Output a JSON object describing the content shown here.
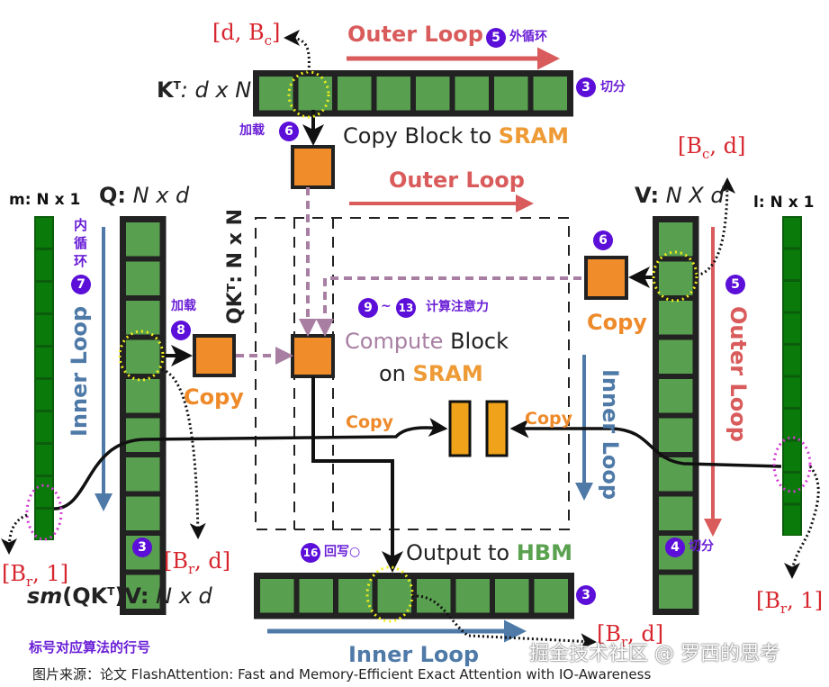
{
  "title_note": "标号对应算法的行号",
  "source": "图片来源：论文 FlashAttention: Fast and Memory-Efficient Exact Attention with IO-Awareness",
  "watermark": "掘金技术社区 @ 罗西的思考",
  "matrices": {
    "kt": {
      "label": "K",
      "sup": "T",
      "dims": ": d x N",
      "blocks": 8,
      "highlight_index": 1
    },
    "q": {
      "label": "Q:",
      "dims": " N x d",
      "blocks": 10,
      "highlight_index": 3
    },
    "v": {
      "label": "V:",
      "dims": " N X d",
      "blocks": 10,
      "highlight_index": 1
    },
    "m": {
      "label": "m: N x 1",
      "blocks": 10,
      "highlight_index": 9
    },
    "l": {
      "label": "l: N x 1",
      "blocks": 10,
      "highlight_index": 6
    },
    "out": {
      "label_pre": "sm",
      "label_mid": "(QK",
      "sup": "T",
      "label_post": ")V:",
      "dims": " N x d",
      "blocks": 8,
      "highlight_index": 3
    },
    "qkt": {
      "label": "QKᵀ: N x N"
    }
  },
  "dim_labels": {
    "kt_block": "[d, B",
    "kt_block_sub": "c",
    "v_block": "[B",
    "v_block_sub": "c",
    "v_block_tail": ", d]",
    "q_block": "[B",
    "q_block_sub": "r",
    "q_block_tail": ", d]",
    "m_block": "[B",
    "m_block_sub": "r",
    "m_block_tail": ", 1]",
    "l_block": "[B",
    "l_block_sub": "r",
    "l_block_tail": ", 1]",
    "out_block": "[B",
    "out_block_sub": "r",
    "out_block_tail": ", d]",
    "bracket_close": "]"
  },
  "loops": {
    "outer_top": "Outer Loop",
    "outer_mid": "Outer Loop",
    "outer_right": "Outer Loop",
    "inner_left": "Inner Loop",
    "inner_right": "Inner Loop",
    "inner_bottom": "Inner Loop"
  },
  "annotations": {
    "outer_cn": "外循环",
    "inner_cn": "内循环",
    "split_cn": "切分",
    "load_cn": "加载",
    "compute_cn": "计算注意力",
    "writeback_cn": "回写○",
    "tilde": "~"
  },
  "badges": {
    "b3_top": "3",
    "b5_top": "5",
    "b6_top": "6",
    "b7": "7",
    "b8": "8",
    "b9": "9",
    "b13": "13",
    "b6_right": "6",
    "b5_right": "5",
    "b4": "4",
    "b3_left": "3",
    "b3_bottom": "3",
    "b16": "16"
  },
  "texts": {
    "copy_block_to": "Copy Block to ",
    "sram": "SRAM",
    "compute": "Compute",
    "block": " Block",
    "on": "on ",
    "output_to": "Output to ",
    "hbm": "HBM",
    "copy": "Copy"
  },
  "colors": {
    "block_green": "#58a04f",
    "dark_green": "#0a7a0a",
    "orange": "#f08c2a",
    "mini_orange": "#f0a21a",
    "outer_red": "#d95b5b",
    "inner_blue": "#4f7aa8",
    "badge_purple": "#5b0fd8",
    "dashed_mauve": "#a87fa3",
    "math_red": "#d7262e"
  }
}
